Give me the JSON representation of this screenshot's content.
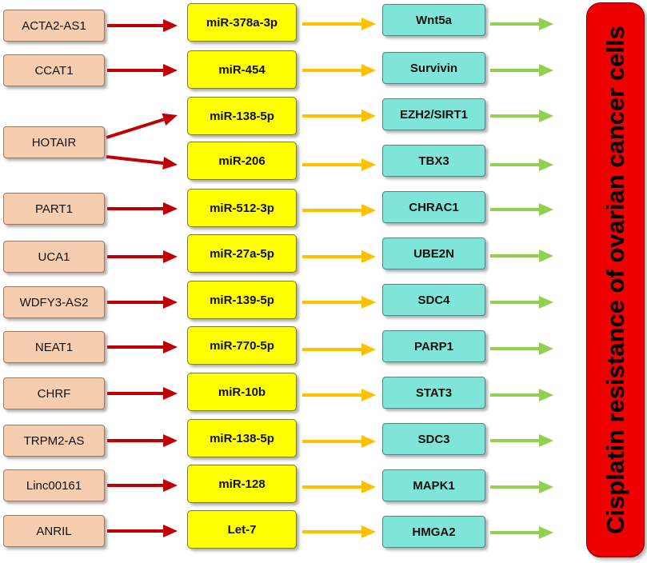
{
  "colors": {
    "lncrna_fill": "#f6cdae",
    "mirna_fill": "#ffff00",
    "target_fill": "#7fe5d8",
    "outcome_fill": "#ee0000",
    "arrow_lnc_to_mir": "#c00000",
    "arrow_mir_to_target": "#ffc000",
    "arrow_target_to_outcome": "#92d050"
  },
  "lncrnas": [
    "ACTA2-AS1",
    "CCAT1",
    "HOTAIR",
    "PART1",
    "UCA1",
    "WDFY3-AS2",
    "NEAT1",
    "CHRF",
    "TRPM2-AS",
    "Linc00161",
    "ANRIL"
  ],
  "mirnas": [
    "miR-378a-3p",
    "miR-454",
    "miR-138-5p",
    "miR-206",
    "miR-512-3p",
    "miR-27a-5p",
    "miR-139-5p",
    "miR-770-5p",
    "miR-10b",
    "miR-138-5p",
    "miR-128",
    "Let-7"
  ],
  "targets": [
    "Wnt5a",
    "Survivin",
    "EZH2/SIRT1",
    "TBX3",
    "CHRAC1",
    "UBE2N",
    "SDC4",
    "PARP1",
    "STAT3",
    "SDC3",
    "MAPK1",
    "HMGA2"
  ],
  "outcome": "Cisplatin resistance of ovarian cancer cells"
}
